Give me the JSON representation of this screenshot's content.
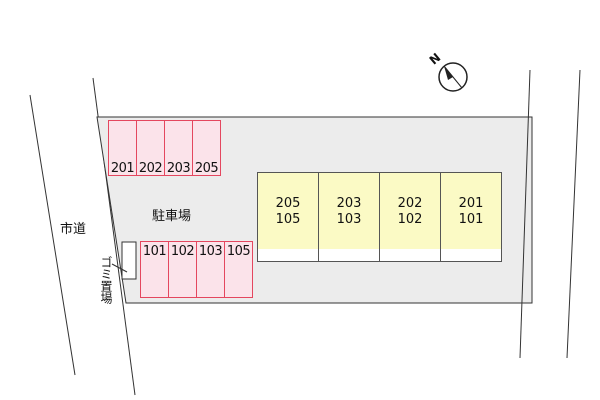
{
  "map": {
    "road_label": "市道",
    "parking_label": "駐車場",
    "garbage_label": "ゴミ置場",
    "compass_letter": "N",
    "colors": {
      "lot": "#ececec",
      "stall_fill": "#fbe3ea",
      "stall_border": "#e4475f",
      "building_fill": "#fbfac5"
    },
    "upper_stalls": [
      "201",
      "202",
      "203",
      "205"
    ],
    "lower_stalls": [
      "101",
      "102",
      "103",
      "105"
    ],
    "building_units": [
      {
        "upper": "205",
        "lower": "105"
      },
      {
        "upper": "203",
        "lower": "103"
      },
      {
        "upper": "202",
        "lower": "102"
      },
      {
        "upper": "201",
        "lower": "101"
      }
    ]
  }
}
